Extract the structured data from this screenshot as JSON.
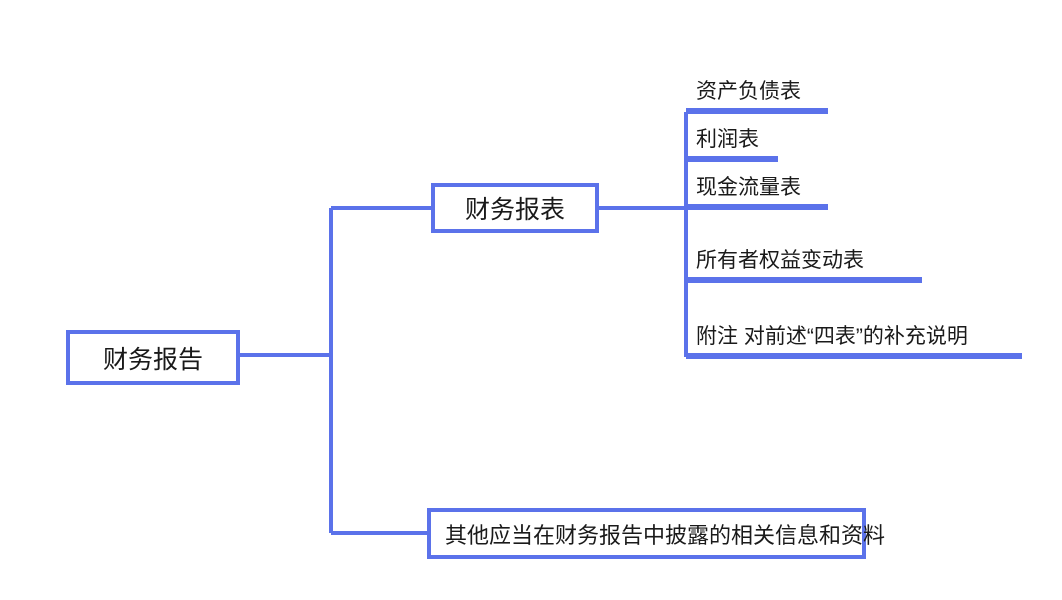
{
  "diagram": {
    "type": "mind-map",
    "accent_color": "#5b72ea",
    "text_color": "#1a1a1a",
    "background_color": "#ffffff",
    "root": {
      "label": "财务报告"
    },
    "branches": [
      {
        "label": "财务报表",
        "children": [
          {
            "label": "资产负债表"
          },
          {
            "label": "利润表"
          },
          {
            "label": "现金流量表"
          },
          {
            "label": "所有者权益变动表"
          },
          {
            "label": "附注 对前述“四表”的补充说明"
          }
        ]
      },
      {
        "label": "其他应当在财务报告中披露的相关信息和资料",
        "children": []
      }
    ]
  }
}
